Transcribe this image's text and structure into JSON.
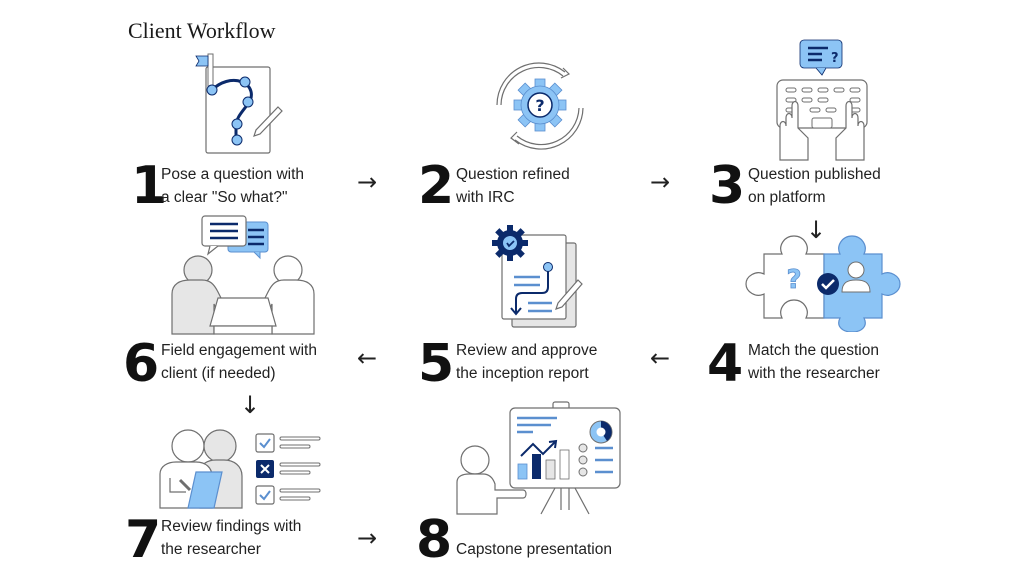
{
  "title": "Client Workflow",
  "colors": {
    "navy": "#0b2a6b",
    "light_blue": "#8cc4f5",
    "mid_blue": "#5b8fcf",
    "gray_fill": "#e6e6e6",
    "outline": "#6f6f6f",
    "text": "#1a1a1a"
  },
  "steps": [
    {
      "number": "1",
      "lines": [
        "Pose a question with",
        "a clear \"So what?\""
      ],
      "icon": "question-map-icon"
    },
    {
      "number": "2",
      "lines": [
        "Question refined",
        "with IRC"
      ],
      "icon": "refine-gear-icon"
    },
    {
      "number": "3",
      "lines": [
        "Question published",
        "on platform"
      ],
      "icon": "keyboard-publish-icon"
    },
    {
      "number": "4",
      "lines": [
        "Match the question",
        "with the researcher"
      ],
      "icon": "puzzle-match-icon"
    },
    {
      "number": "5",
      "lines": [
        "Review and approve",
        "the inception report"
      ],
      "icon": "report-approval-icon"
    },
    {
      "number": "6",
      "lines": [
        "Field engagement with",
        "client (if needed)"
      ],
      "icon": "meeting-icon"
    },
    {
      "number": "7",
      "lines": [
        "Review findings with",
        "the researcher"
      ],
      "icon": "review-checklist-icon"
    },
    {
      "number": "8",
      "lines": [
        "Capstone presentation"
      ],
      "icon": "presentation-board-icon"
    }
  ],
  "arrows": {
    "right": "→",
    "left": "←",
    "down": "↓"
  }
}
